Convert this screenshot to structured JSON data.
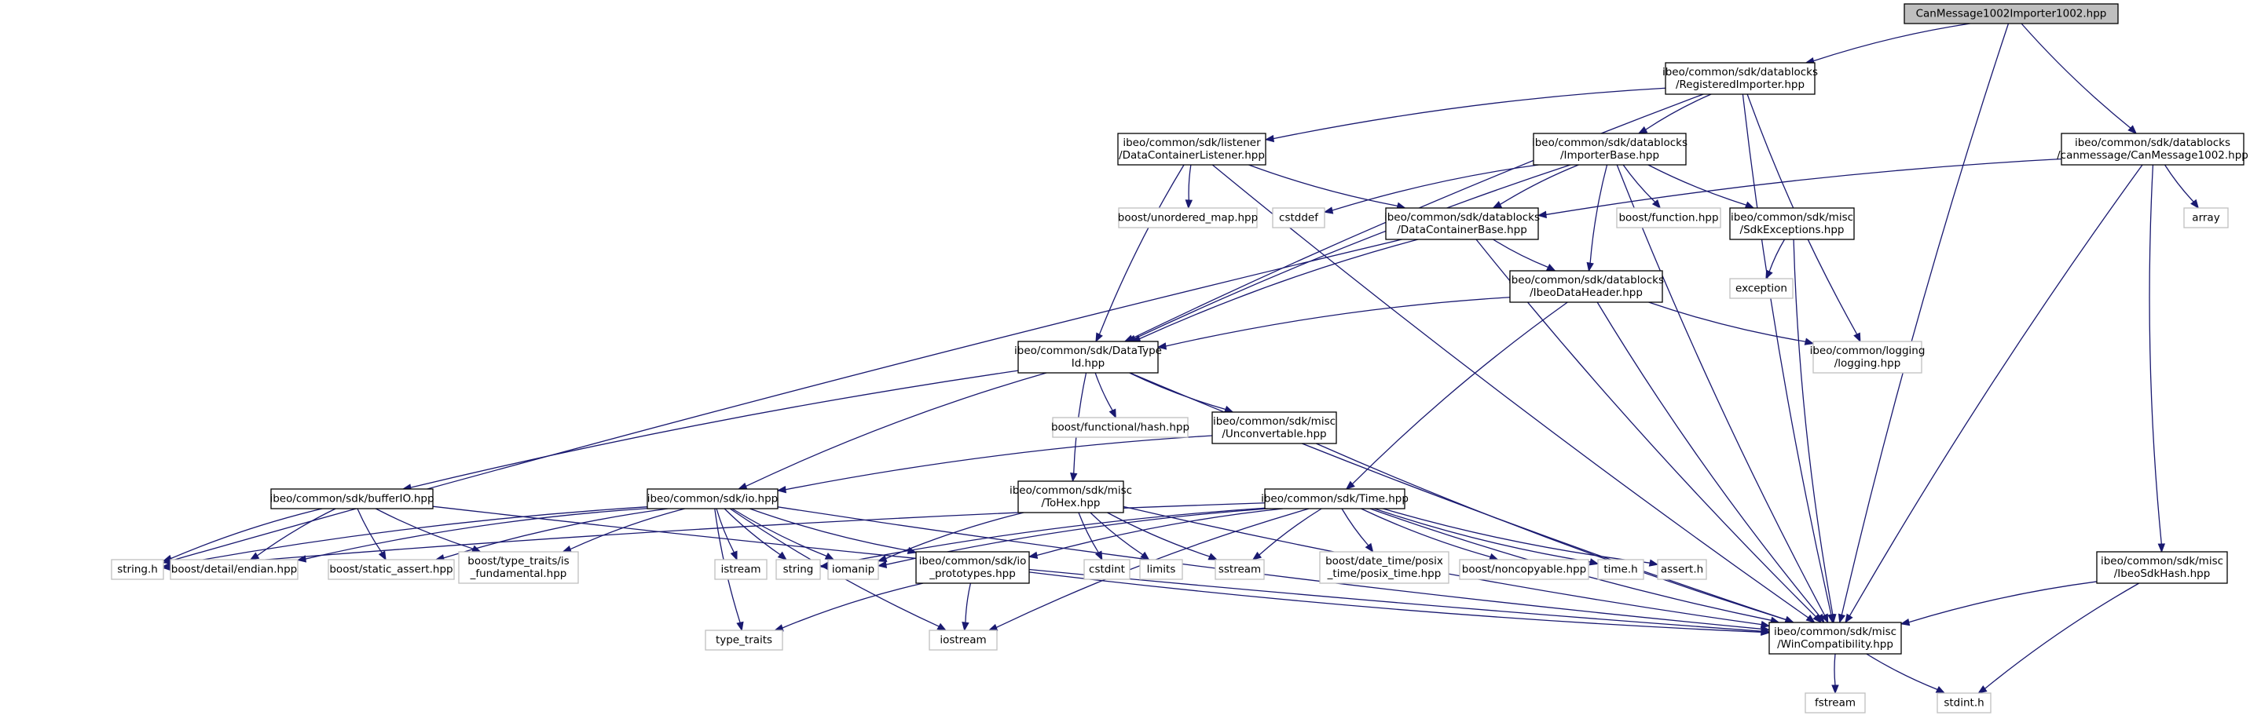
{
  "nodes": [
    {
      "id": "root",
      "lines": [
        "CanMessage1002Importer1002.hpp"
      ],
      "kind": "root"
    },
    {
      "id": "regimp",
      "lines": [
        "ibeo/common/sdk/datablocks",
        "/RegisteredImporter.hpp"
      ],
      "kind": "doc"
    },
    {
      "id": "canmsg",
      "lines": [
        "ibeo/common/sdk/datablocks",
        "/canmessage/CanMessage1002.hpp"
      ],
      "kind": "doc"
    },
    {
      "id": "dclistener",
      "lines": [
        "ibeo/common/sdk/listener",
        "/DataContainerListener.hpp"
      ],
      "kind": "doc"
    },
    {
      "id": "impbase",
      "lines": [
        "ibeo/common/sdk/datablocks",
        "/ImporterBase.hpp"
      ],
      "kind": "doc"
    },
    {
      "id": "unordered",
      "lines": [
        "boost/unordered_map.hpp"
      ],
      "kind": "ext"
    },
    {
      "id": "cstddef",
      "lines": [
        "cstddef"
      ],
      "kind": "ext"
    },
    {
      "id": "dcbase",
      "lines": [
        "ibeo/common/sdk/datablocks",
        "/DataContainerBase.hpp"
      ],
      "kind": "doc"
    },
    {
      "id": "boostfunc",
      "lines": [
        "boost/function.hpp"
      ],
      "kind": "ext"
    },
    {
      "id": "sdkexc",
      "lines": [
        "ibeo/common/sdk/misc",
        "/SdkExceptions.hpp"
      ],
      "kind": "doc"
    },
    {
      "id": "array",
      "lines": [
        "array"
      ],
      "kind": "ext"
    },
    {
      "id": "exception",
      "lines": [
        "exception"
      ],
      "kind": "ext"
    },
    {
      "id": "ibeoheader",
      "lines": [
        "ibeo/common/sdk/datablocks",
        "/IbeoDataHeader.hpp"
      ],
      "kind": "doc"
    },
    {
      "id": "logging",
      "lines": [
        "ibeo/common/logging",
        "/logging.hpp"
      ],
      "kind": "ext"
    },
    {
      "id": "datatypeid",
      "lines": [
        "ibeo/common/sdk/DataType",
        "Id.hpp"
      ],
      "kind": "doc"
    },
    {
      "id": "funchash",
      "lines": [
        "boost/functional/hash.hpp"
      ],
      "kind": "ext"
    },
    {
      "id": "unconv",
      "lines": [
        "ibeo/common/sdk/misc",
        "/Unconvertable.hpp"
      ],
      "kind": "doc"
    },
    {
      "id": "bufferio",
      "lines": [
        "ibeo/common/sdk/bufferIO.hpp"
      ],
      "kind": "doc"
    },
    {
      "id": "io",
      "lines": [
        "ibeo/common/sdk/io.hpp"
      ],
      "kind": "doc"
    },
    {
      "id": "tohex",
      "lines": [
        "ibeo/common/sdk/misc",
        "/ToHex.hpp"
      ],
      "kind": "doc"
    },
    {
      "id": "time",
      "lines": [
        "ibeo/common/sdk/Time.hpp"
      ],
      "kind": "doc"
    },
    {
      "id": "stringh",
      "lines": [
        "string.h"
      ],
      "kind": "ext"
    },
    {
      "id": "endian",
      "lines": [
        "boost/detail/endian.hpp"
      ],
      "kind": "ext"
    },
    {
      "id": "staticassert",
      "lines": [
        "boost/static_assert.hpp"
      ],
      "kind": "ext"
    },
    {
      "id": "isfund",
      "lines": [
        "boost/type_traits/is",
        "_fundamental.hpp"
      ],
      "kind": "ext"
    },
    {
      "id": "istream",
      "lines": [
        "istream"
      ],
      "kind": "ext"
    },
    {
      "id": "string",
      "lines": [
        "string"
      ],
      "kind": "ext"
    },
    {
      "id": "iomanip",
      "lines": [
        "iomanip"
      ],
      "kind": "ext"
    },
    {
      "id": "ioproto",
      "lines": [
        "ibeo/common/sdk/io",
        "_prototypes.hpp"
      ],
      "kind": "doc"
    },
    {
      "id": "cstdint",
      "lines": [
        "cstdint"
      ],
      "kind": "ext"
    },
    {
      "id": "limits",
      "lines": [
        "limits"
      ],
      "kind": "ext"
    },
    {
      "id": "sstream",
      "lines": [
        "sstream"
      ],
      "kind": "ext"
    },
    {
      "id": "posixtime",
      "lines": [
        "boost/date_time/posix",
        "_time/posix_time.hpp"
      ],
      "kind": "ext"
    },
    {
      "id": "noncopy",
      "lines": [
        "boost/noncopyable.hpp"
      ],
      "kind": "ext"
    },
    {
      "id": "timeh",
      "lines": [
        "time.h"
      ],
      "kind": "ext"
    },
    {
      "id": "asserth",
      "lines": [
        "assert.h"
      ],
      "kind": "ext"
    },
    {
      "id": "sdkhash",
      "lines": [
        "ibeo/common/sdk/misc",
        "/IbeoSdkHash.hpp"
      ],
      "kind": "doc"
    },
    {
      "id": "wincompat",
      "lines": [
        "ibeo/common/sdk/misc",
        "/WinCompatibility.hpp"
      ],
      "kind": "doc"
    },
    {
      "id": "typetraits",
      "lines": [
        "type_traits"
      ],
      "kind": "ext"
    },
    {
      "id": "iostream",
      "lines": [
        "iostream"
      ],
      "kind": "ext"
    },
    {
      "id": "fstream",
      "lines": [
        "fstream"
      ],
      "kind": "ext"
    },
    {
      "id": "stdinth",
      "lines": [
        "stdint.h"
      ],
      "kind": "ext"
    }
  ],
  "edges": [
    [
      "root",
      "regimp"
    ],
    [
      "root",
      "canmsg"
    ],
    [
      "root",
      "wincompat"
    ],
    [
      "regimp",
      "dclistener"
    ],
    [
      "regimp",
      "impbase"
    ],
    [
      "regimp",
      "datatypeid"
    ],
    [
      "regimp",
      "logging"
    ],
    [
      "regimp",
      "wincompat"
    ],
    [
      "canmsg",
      "dcbase"
    ],
    [
      "canmsg",
      "array"
    ],
    [
      "canmsg",
      "wincompat"
    ],
    [
      "canmsg",
      "sdkhash"
    ],
    [
      "dclistener",
      "unordered"
    ],
    [
      "dclistener",
      "dcbase"
    ],
    [
      "dclistener",
      "datatypeid"
    ],
    [
      "dclistener",
      "wincompat"
    ],
    [
      "impbase",
      "cstddef"
    ],
    [
      "impbase",
      "dcbase"
    ],
    [
      "impbase",
      "boostfunc"
    ],
    [
      "impbase",
      "sdkexc"
    ],
    [
      "impbase",
      "ibeoheader"
    ],
    [
      "impbase",
      "datatypeid"
    ],
    [
      "impbase",
      "wincompat"
    ],
    [
      "dcbase",
      "ibeoheader"
    ],
    [
      "dcbase",
      "datatypeid"
    ],
    [
      "dcbase",
      "stringh"
    ],
    [
      "dcbase",
      "wincompat"
    ],
    [
      "sdkexc",
      "exception"
    ],
    [
      "sdkexc",
      "wincompat"
    ],
    [
      "ibeoheader",
      "datatypeid"
    ],
    [
      "ibeoheader",
      "logging"
    ],
    [
      "ibeoheader",
      "time"
    ],
    [
      "ibeoheader",
      "wincompat"
    ],
    [
      "datatypeid",
      "funchash"
    ],
    [
      "datatypeid",
      "unconv"
    ],
    [
      "datatypeid",
      "bufferio"
    ],
    [
      "datatypeid",
      "io"
    ],
    [
      "datatypeid",
      "tohex"
    ],
    [
      "datatypeid",
      "wincompat"
    ],
    [
      "unconv",
      "io"
    ],
    [
      "unconv",
      "wincompat"
    ],
    [
      "bufferio",
      "stringh"
    ],
    [
      "bufferio",
      "endian"
    ],
    [
      "bufferio",
      "staticassert"
    ],
    [
      "bufferio",
      "isfund"
    ],
    [
      "bufferio",
      "wincompat"
    ],
    [
      "io",
      "stringh"
    ],
    [
      "io",
      "endian"
    ],
    [
      "io",
      "staticassert"
    ],
    [
      "io",
      "isfund"
    ],
    [
      "io",
      "istream"
    ],
    [
      "io",
      "string"
    ],
    [
      "io",
      "iomanip"
    ],
    [
      "io",
      "ioproto"
    ],
    [
      "io",
      "typetraits"
    ],
    [
      "io",
      "iostream"
    ],
    [
      "io",
      "wincompat"
    ],
    [
      "tohex",
      "iomanip"
    ],
    [
      "tohex",
      "cstdint"
    ],
    [
      "tohex",
      "limits"
    ],
    [
      "tohex",
      "sstream"
    ],
    [
      "tohex",
      "wincompat"
    ],
    [
      "time",
      "stringh"
    ],
    [
      "time",
      "string"
    ],
    [
      "time",
      "iomanip"
    ],
    [
      "time",
      "ioproto"
    ],
    [
      "time",
      "sstream"
    ],
    [
      "time",
      "posixtime"
    ],
    [
      "time",
      "noncopy"
    ],
    [
      "time",
      "timeh"
    ],
    [
      "time",
      "asserth"
    ],
    [
      "time",
      "iostream"
    ],
    [
      "time",
      "wincompat"
    ],
    [
      "ioproto",
      "typetraits"
    ],
    [
      "ioproto",
      "iostream"
    ],
    [
      "ioproto",
      "wincompat"
    ],
    [
      "sdkhash",
      "wincompat"
    ],
    [
      "sdkhash",
      "stdinth"
    ],
    [
      "wincompat",
      "fstream"
    ],
    [
      "wincompat",
      "stdinth"
    ]
  ]
}
